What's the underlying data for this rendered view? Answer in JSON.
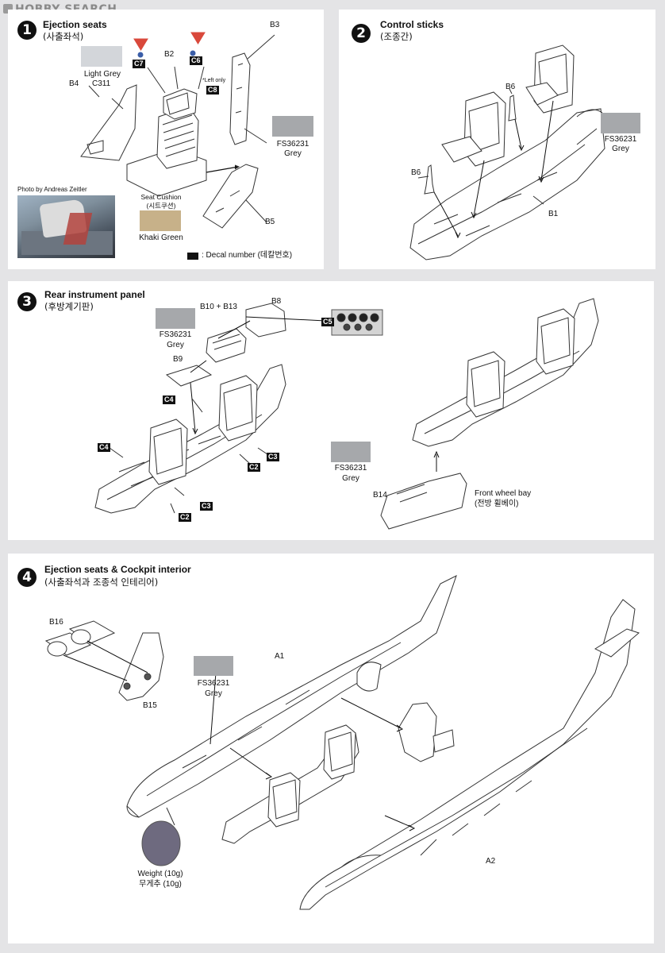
{
  "watermark": "HOBBY SEARCH",
  "colors": {
    "light_grey": "#d3d6da",
    "fs36231_grey": "#a6a8ab",
    "khaki_green": "#c7b189",
    "weight": "#6e6a7f",
    "decal": "#111111"
  },
  "step1": {
    "number": "1",
    "title": "Ejection seats",
    "subtitle": "(사출좌석)",
    "parts": {
      "b2": "B2",
      "b3": "B3",
      "b4": "B4",
      "b5": "B5",
      "c311": "C311"
    },
    "decals": {
      "c7": "C7",
      "c6": "C6",
      "c8": "C8"
    },
    "left_only": "*Left only",
    "light_grey": "Light Grey",
    "fs_label": "FS36231",
    "grey_label": "Grey",
    "photo_credit": "Photo by Andreas Zeitler",
    "seat_cushion": "Seat Cushion",
    "seat_cushion_kr": "(시트쿠션)",
    "khaki_green": "Khaki Green",
    "decal_note": ": Decal number (데칼번호)"
  },
  "step2": {
    "number": "2",
    "title": "Control sticks",
    "subtitle": "(조종간)",
    "parts": {
      "b6a": "B6",
      "b6b": "B6",
      "b1": "B1"
    },
    "fs_label": "FS36231",
    "grey_label": "Grey"
  },
  "step3": {
    "number": "3",
    "title": "Rear instrument panel",
    "subtitle": "(후방계기판)",
    "parts": {
      "b10b13": "B10 + B13",
      "b8": "B8",
      "b9": "B9",
      "b14": "B14"
    },
    "decals": {
      "c5": "C5",
      "c4a": "C4",
      "c4b": "C4",
      "c2a": "C2",
      "c2b": "C2",
      "c3a": "C3",
      "c3b": "C3"
    },
    "fs_a": "FS36231",
    "grey_a": "Grey",
    "fs_b": "FS36231",
    "grey_b": "Grey",
    "front_wheel_bay": "Front wheel bay",
    "front_wheel_bay_kr": "(전방 휠베이)"
  },
  "step4": {
    "number": "4",
    "title": "Ejection seats & Cockpit interior",
    "subtitle": "(사출좌석과 조종석 인테리어)",
    "parts": {
      "b16": "B16",
      "b15": "B15",
      "a1": "A1",
      "a2": "A2"
    },
    "fs_label": "FS36231",
    "grey_label": "Grey",
    "weight": "Weight (10g)",
    "weight_kr": "무게추 (10g)"
  }
}
